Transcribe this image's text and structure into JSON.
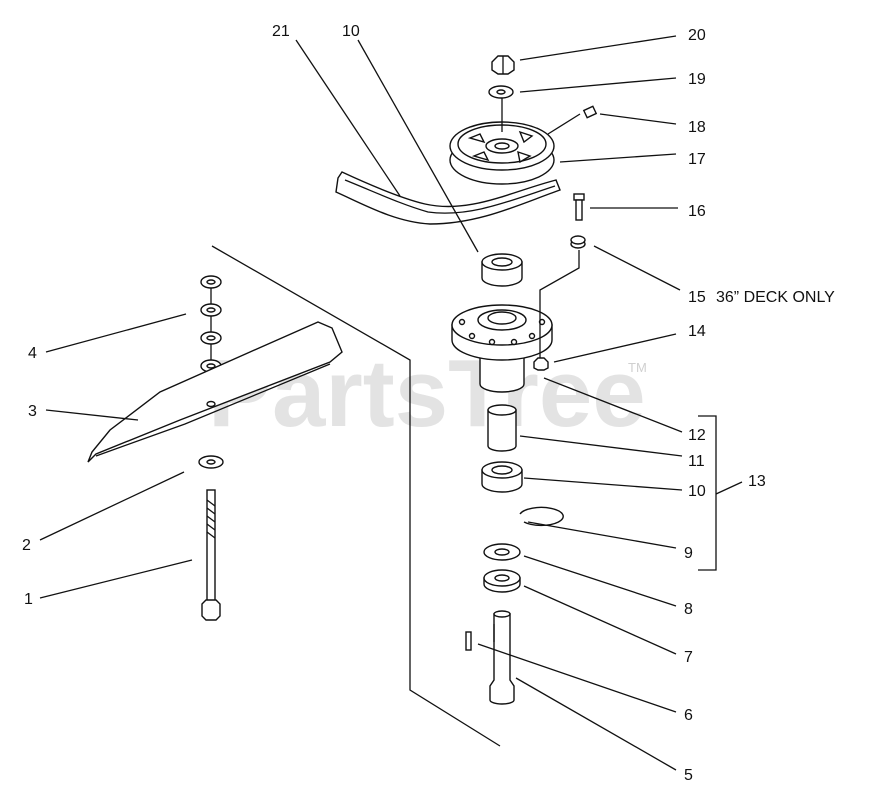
{
  "watermark": {
    "brand": "PartsTree",
    "trademark": "TM"
  },
  "callouts": {
    "c1": "1",
    "c2": "2",
    "c3": "3",
    "c4": "4",
    "c5": "5",
    "c6": "6",
    "c7": "7",
    "c8": "8",
    "c9": "9",
    "c10a": "10",
    "c10b": "10",
    "c11": "11",
    "c12": "12",
    "c13": "13",
    "c14": "14",
    "c15": "15",
    "c16": "16",
    "c17": "17",
    "c18": "18",
    "c19": "19",
    "c20": "20",
    "c21": "21"
  },
  "notes": {
    "deck_note": "36” DECK ONLY"
  },
  "icons": [
    "blade-bolt-icon",
    "washer-icon",
    "mower-blade-icon",
    "spindle-shaft-icon",
    "key-icon",
    "snap-ring-icon",
    "bearing-icon",
    "spacer-icon",
    "spindle-housing-icon",
    "nut-icon",
    "screw-icon",
    "lock-washer-icon",
    "pulley-icon",
    "grease-fitting-icon",
    "belt-icon"
  ]
}
